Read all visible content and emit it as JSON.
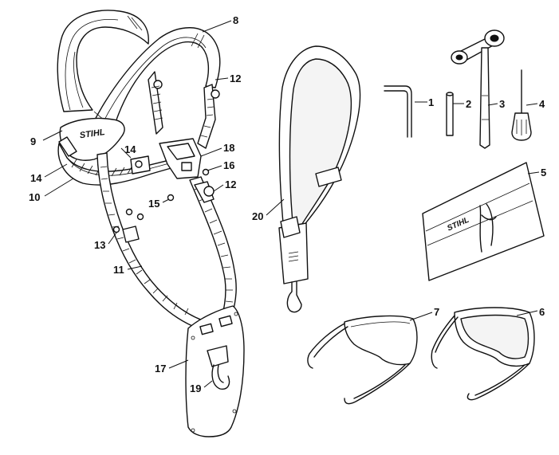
{
  "logo_text": "STIHL",
  "callouts": [
    {
      "id": "1",
      "part": "hex-key"
    },
    {
      "id": "2",
      "part": "pin"
    },
    {
      "id": "3",
      "part": "combination-wrench"
    },
    {
      "id": "4",
      "part": "screwdriver"
    },
    {
      "id": "5",
      "part": "tool-pouch"
    },
    {
      "id": "6",
      "part": "safety-glasses-tinted"
    },
    {
      "id": "7",
      "part": "safety-glasses-clear"
    },
    {
      "id": "8",
      "part": "shoulder-strap"
    },
    {
      "id": "9",
      "part": "back-plate"
    },
    {
      "id": "10",
      "part": "hip-belt"
    },
    {
      "id": "11",
      "part": "side-strap"
    },
    {
      "id": "12",
      "part": "strap-buckle"
    },
    {
      "id": "13",
      "part": "screw"
    },
    {
      "id": "14",
      "part": "buckle"
    },
    {
      "id": "15",
      "part": "screw"
    },
    {
      "id": "16",
      "part": "nut"
    },
    {
      "id": "17",
      "part": "hip-pad"
    },
    {
      "id": "18",
      "part": "chest-plate"
    },
    {
      "id": "19",
      "part": "carrying-hook"
    },
    {
      "id": "20",
      "part": "single-shoulder-strap"
    }
  ]
}
